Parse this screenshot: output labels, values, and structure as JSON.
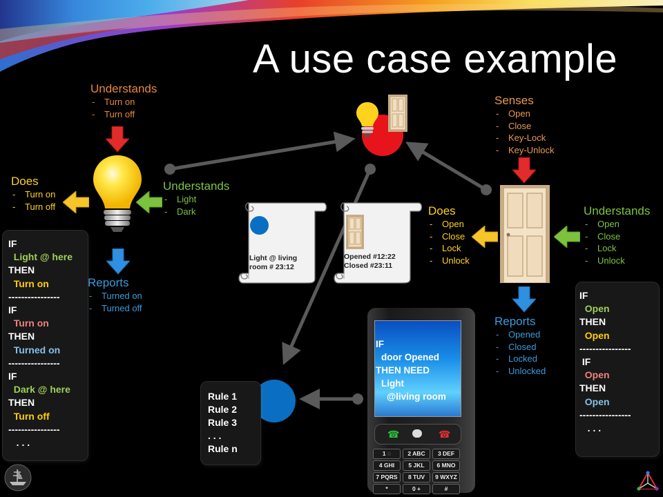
{
  "slide": {
    "title": "A use case example"
  },
  "bulb": {
    "understands_top": {
      "heading": "Understands",
      "items": [
        "Turn on",
        "Turn off"
      ]
    },
    "does": {
      "heading": "Does",
      "items": [
        "Turn on",
        "Turn off"
      ]
    },
    "understands_right": {
      "heading": "Understands",
      "items": [
        "Light",
        "Dark"
      ]
    },
    "reports": {
      "heading": "Reports",
      "items": [
        "Turned on",
        "Turned off"
      ]
    }
  },
  "door": {
    "senses": {
      "heading": "Senses",
      "items": [
        "Open",
        "Close",
        "Key-Lock",
        "Key-Unlock"
      ]
    },
    "does": {
      "heading": "Does",
      "items": [
        "Open",
        "Close",
        "Lock",
        "Unlock"
      ]
    },
    "understands": {
      "heading": "Understands",
      "items": [
        "Open",
        "Close",
        "Lock",
        "Unlock"
      ]
    },
    "reports": {
      "heading": "Reports",
      "items": [
        "Opened",
        "Closed",
        "Locked",
        "Unlocked"
      ]
    }
  },
  "scrolls": {
    "light": {
      "line1": "Light @ living",
      "line2": "room # 23:12"
    },
    "door": {
      "line1": "Opened #12:22",
      "line2": "Closed #23:11"
    }
  },
  "left_rules": {
    "lines": [
      {
        "text": "IF",
        "color": "w"
      },
      {
        "text": "  Light @ here",
        "color": "g"
      },
      {
        "text": "THEN",
        "color": "w"
      },
      {
        "text": "  Turn on",
        "color": "y"
      },
      {
        "text": "----------------",
        "color": "w"
      },
      {
        "text": "IF",
        "color": "w"
      },
      {
        "text": "  Turn on",
        "color": "r"
      },
      {
        "text": "THEN",
        "color": "w"
      },
      {
        "text": "  Turned on",
        "color": "b"
      },
      {
        "text": "----------------",
        "color": "w"
      },
      {
        "text": "IF",
        "color": "w"
      },
      {
        "text": "  Dark @ here",
        "color": "g"
      },
      {
        "text": "THEN",
        "color": "w"
      },
      {
        "text": "  Turn off",
        "color": "y"
      },
      {
        "text": "----------------",
        "color": "w"
      },
      {
        "text": "   . . .",
        "color": "w"
      }
    ]
  },
  "right_rules": {
    "lines": [
      {
        "text": "IF",
        "color": "w"
      },
      {
        "text": "  Open",
        "color": "g"
      },
      {
        "text": "THEN",
        "color": "w"
      },
      {
        "text": "  Open",
        "color": "y"
      },
      {
        "text": "----------------",
        "color": "w"
      },
      {
        "text": " IF",
        "color": "w"
      },
      {
        "text": "  Open",
        "color": "r"
      },
      {
        "text": "THEN",
        "color": "w"
      },
      {
        "text": "  Open",
        "color": "b"
      },
      {
        "text": "----------------",
        "color": "w"
      },
      {
        "text": "   . . .",
        "color": "w"
      }
    ]
  },
  "rules_box": {
    "lines": [
      "Rule 1",
      "Rule 2",
      "Rule 3",
      ". . .",
      "Rule n"
    ]
  },
  "phone_screen": {
    "lines": [
      {
        "text": "IF",
        "indent": 0
      },
      {
        "text": "door Opened",
        "indent": 1
      },
      {
        "text": "THEN NEED",
        "indent": 0
      },
      {
        "text": "Light",
        "indent": 1
      },
      {
        "text": "@living room",
        "indent": 2
      }
    ]
  },
  "phone_keypad": [
    [
      "1 ◌",
      "2 ABC",
      "3 DEF"
    ],
    [
      "4 GHI",
      "5 JKL",
      "6 MNO"
    ],
    [
      "7 PQRS",
      "8 TUV",
      "9 WXYZ"
    ],
    [
      "*",
      "0 +",
      "#"
    ]
  ],
  "colors": {
    "bulb_yellow": "#ffd21e",
    "hub_red": "#e8141b",
    "rules_blue": "#0a6fc2",
    "arrow_gray": "#5a5a5a",
    "arrow_red": "#e22b2b",
    "arrow_yellow": "#f5c52a",
    "arrow_green": "#7cc23e",
    "arrow_blue": "#2f8fe0"
  }
}
